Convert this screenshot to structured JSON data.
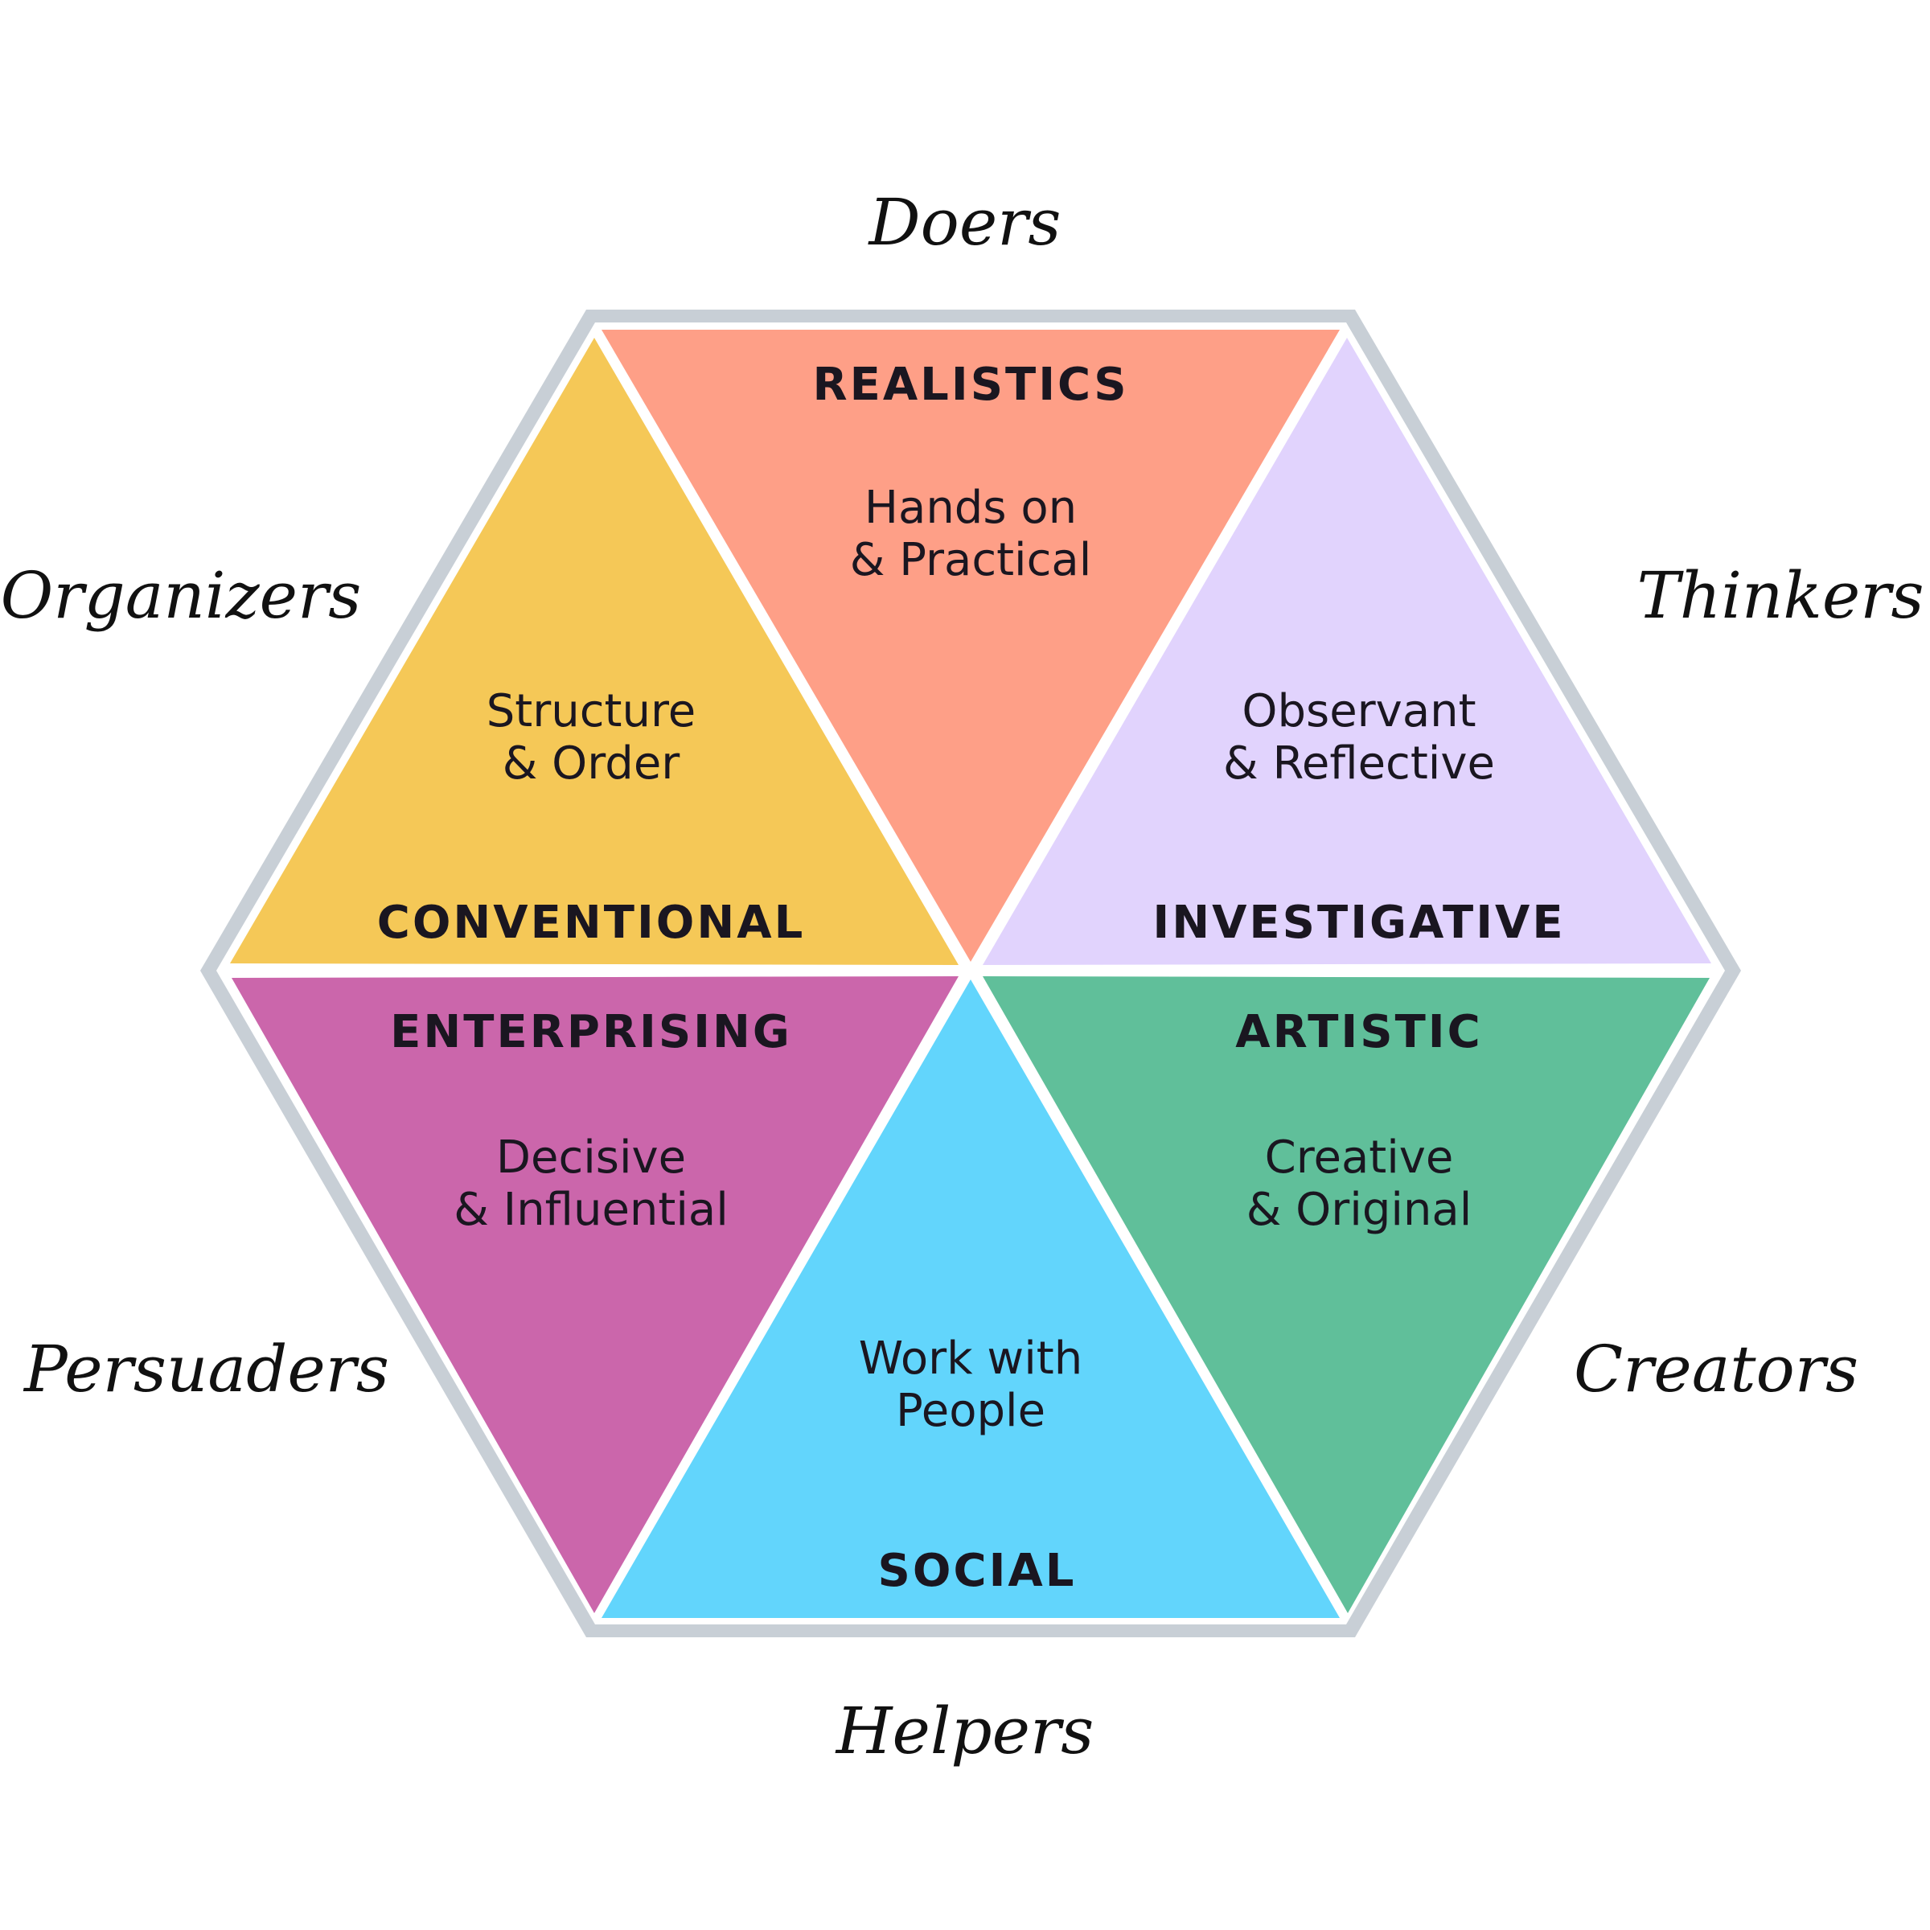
{
  "colors": {
    "border": "#c8cfd6",
    "divider": "#ffffff",
    "realistic": "#fe9f87",
    "investigative": "#e1d3fd",
    "artistic": "#60bf9a",
    "social": "#62d5fc",
    "enterprising": "#cb66ab",
    "conventional": "#f5c857",
    "text": "#1a1620"
  },
  "personas": {
    "top": "Doers",
    "top_right": "Thinkers",
    "bottom_right": "Creators",
    "bottom": "Helpers",
    "bottom_left": "Persuaders",
    "top_left": "Organizers"
  },
  "types": {
    "realistic": {
      "title": "REALISTICS",
      "desc_line1": "Hands on",
      "desc_line2": "& Practical"
    },
    "investigative": {
      "title": "INVESTIGATIVE",
      "desc_line1": "Observant",
      "desc_line2": "& Reflective"
    },
    "artistic": {
      "title": "ARTISTIC",
      "desc_line1": "Creative",
      "desc_line2": "& Original"
    },
    "social": {
      "title": "SOCIAL",
      "desc_line1": "Work with",
      "desc_line2": "People"
    },
    "enterprising": {
      "title": "ENTERPRISING",
      "desc_line1": "Decisive",
      "desc_line2": "& Influential"
    },
    "conventional": {
      "title": "CONVENTIONAL",
      "desc_line1": "Structure",
      "desc_line2": "& Order"
    }
  }
}
